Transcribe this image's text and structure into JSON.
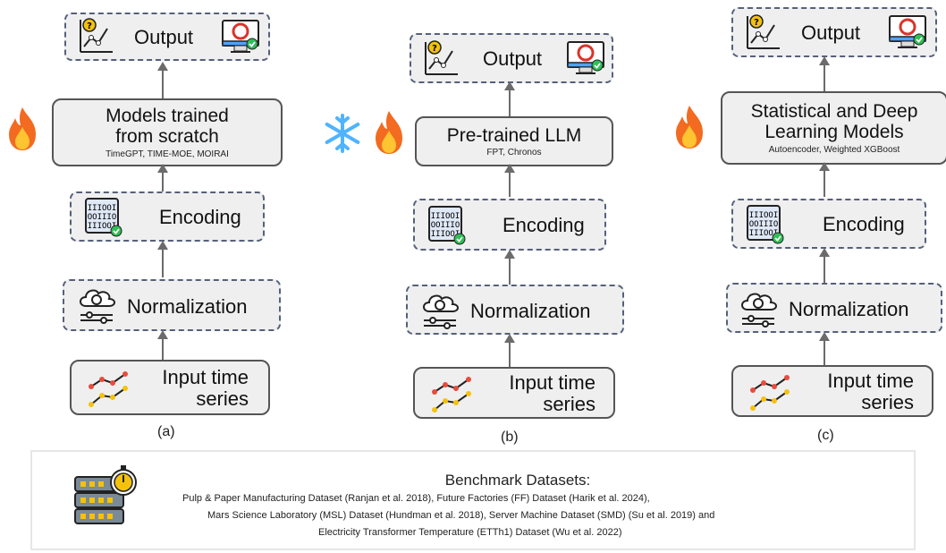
{
  "colA": {
    "output": "Output",
    "model_title": "Models trained from scratch",
    "model_sub": "TimeGPT, TIME-MOE, MOIRAI",
    "encoding": "Encoding",
    "normalization": "Normalization",
    "input": "Input time series",
    "caption": "(a)"
  },
  "colB": {
    "output": "Output",
    "model_title": "Pre-trained LLM",
    "model_sub": "FPT, Chronos",
    "encoding": "Encoding",
    "normalization": "Normalization",
    "input": "Input time series",
    "caption": "(b)"
  },
  "colC": {
    "output": "Output",
    "model_title": "Statistical and Deep Learning Models",
    "model_sub": "Autoencoder, Weighted XGBoost",
    "encoding": "Encoding",
    "normalization": "Normalization",
    "input": "Input time series",
    "caption": "(c)"
  },
  "benchmark": {
    "title": "Benchmark Datasets:",
    "line1": "Pulp & Paper Manufacturing Dataset (Ranjan et al. 2018), Future Factories (FF) Dataset (Harik et al. 2024),",
    "line2": "Mars Science Laboratory (MSL) Dataset (Hundman et al. 2018),  Server Machine Dataset (SMD) (Su et al. 2019) and",
    "line3": "Electricity Transformer Temperature (ETTh1) Dataset (Wu et al. 2022)"
  },
  "colors": {
    "flame": "#f26b21",
    "snow": "#4fb3ff",
    "check": "#2fbf55",
    "alert": "#f4c20d",
    "box_fill": "#efefef"
  },
  "icons": [
    "chart-question-icon",
    "monitor-check-icon",
    "flame-icon",
    "snowflake-icon",
    "binary-check-icon",
    "cloud-gear-icon",
    "line-chart-icon",
    "server-stopwatch-icon"
  ]
}
